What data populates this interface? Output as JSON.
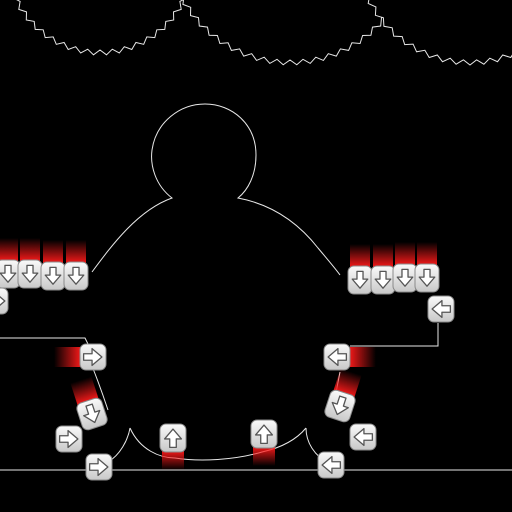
{
  "scene": {
    "background": "#000000",
    "line_color": "#e8e8e8",
    "glow_color": "#ff1a1a",
    "button_fill_top": "#fafafa",
    "button_fill_bottom": "#c8c8c8",
    "button_border": "#8a8a8a",
    "arrow_fill": "#ffffff",
    "arrow_stroke": "#555555"
  },
  "gears": [
    {
      "name": "gear-left"
    },
    {
      "name": "gear-center"
    },
    {
      "name": "gear-right"
    }
  ],
  "arrow_buttons": [
    {
      "name": "arrow-button-left-row-1",
      "direction": "down",
      "glow": true
    },
    {
      "name": "arrow-button-left-row-2",
      "direction": "down",
      "glow": true
    },
    {
      "name": "arrow-button-left-row-3",
      "direction": "down",
      "glow": true
    },
    {
      "name": "arrow-button-left-row-4",
      "direction": "down",
      "glow": true
    },
    {
      "name": "arrow-button-left-edge",
      "direction": "right",
      "glow": false
    },
    {
      "name": "arrow-button-right-row-1",
      "direction": "down",
      "glow": true
    },
    {
      "name": "arrow-button-right-row-2",
      "direction": "down",
      "glow": true
    },
    {
      "name": "arrow-button-right-row-3",
      "direction": "down",
      "glow": true
    },
    {
      "name": "arrow-button-right-row-4",
      "direction": "down",
      "glow": true
    },
    {
      "name": "arrow-button-right-edge",
      "direction": "left",
      "glow": false
    },
    {
      "name": "arrow-button-left-arm",
      "direction": "right",
      "glow": true
    },
    {
      "name": "arrow-button-right-arm",
      "direction": "left",
      "glow": true
    },
    {
      "name": "arrow-button-left-leg",
      "direction": "down",
      "glow": true
    },
    {
      "name": "arrow-button-right-leg",
      "direction": "down",
      "glow": true
    },
    {
      "name": "arrow-button-left-foot-upper",
      "direction": "right",
      "glow": false
    },
    {
      "name": "arrow-button-left-foot-lower",
      "direction": "right",
      "glow": false
    },
    {
      "name": "arrow-button-right-foot-upper",
      "direction": "left",
      "glow": false
    },
    {
      "name": "arrow-button-right-foot-lower",
      "direction": "left",
      "glow": false
    },
    {
      "name": "arrow-button-floor-left",
      "direction": "up",
      "glow": true
    },
    {
      "name": "arrow-button-floor-right",
      "direction": "up",
      "glow": true
    }
  ]
}
